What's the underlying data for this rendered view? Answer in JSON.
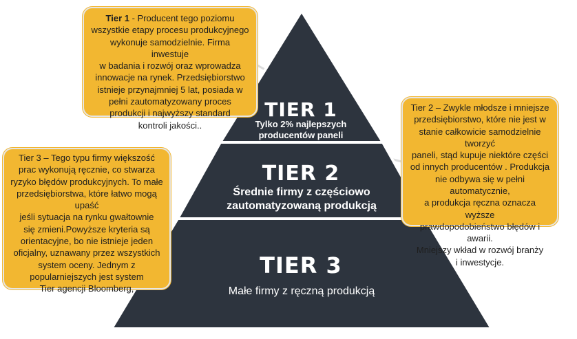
{
  "colors": {
    "pyramid": "#2d343e",
    "callout": "#f2b731",
    "outline": "#e6e6e6",
    "connector": "#dcdcdc"
  },
  "tiers": [
    {
      "title": "TIER 1",
      "subtitle": "Tylko 2% najlepszych\nproducentów paneli"
    },
    {
      "title": "TIER 2",
      "subtitle": "Średnie firmy z częściowo\nzautomatyzowaną produkcją"
    },
    {
      "title": "TIER 3",
      "subtitle": "Małe firmy z ręczną produkcją"
    }
  ],
  "callouts": {
    "tier1": {
      "label": "Tier 1",
      "text": " -  Producent tego poziomu\nwszystkie etapy procesu produkcyjnego\nwykonuje samodzielnie. Firma inwestuje\nw badania i rozwój oraz wprowadza\ninnowacje na rynek. Przedsiębiorstwo\nistnieje przynajmniej 5 lat, posiada w\npełni zautomatyzowany proces\nprodukcji i najwyższy standard\nkontroli jakości.."
    },
    "tier2": {
      "text": "Tier 2 – Zwykle młodsze i mniejsze\nprzedsiębiorstwo, które nie jest w\nstanie całkowicie samodzielnie tworzyć\npaneli, stąd kupuje niektóre części\nod innych producentów . Produkcja\nnie odbywa się w pełni automatycznie,\na produkcja ręczna oznacza wyższe\nprawdopodobieństwo błędów i awarii.\nMniejszy wkład w rozwój branży\ni inwestycje."
    },
    "tier3": {
      "text": "Tier 3 – Tego typu firmy większość\nprac wykonują ręcznie, co stwarza\nryzyko błędów produkcyjnych. To małe\nprzedsiębiorstwa, które łatwo mogą upaść\njeśli sytuacja na rynku gwałtownie\nsię zmieni.Powyższe kryteria są\norientacyjne, bo nie istnieje jeden\noficjalny, uznawany przez wszystkich\nsystem oceny. Jednym z\npopularniejszych jest system\nTier agencji Bloomberg,"
    }
  }
}
